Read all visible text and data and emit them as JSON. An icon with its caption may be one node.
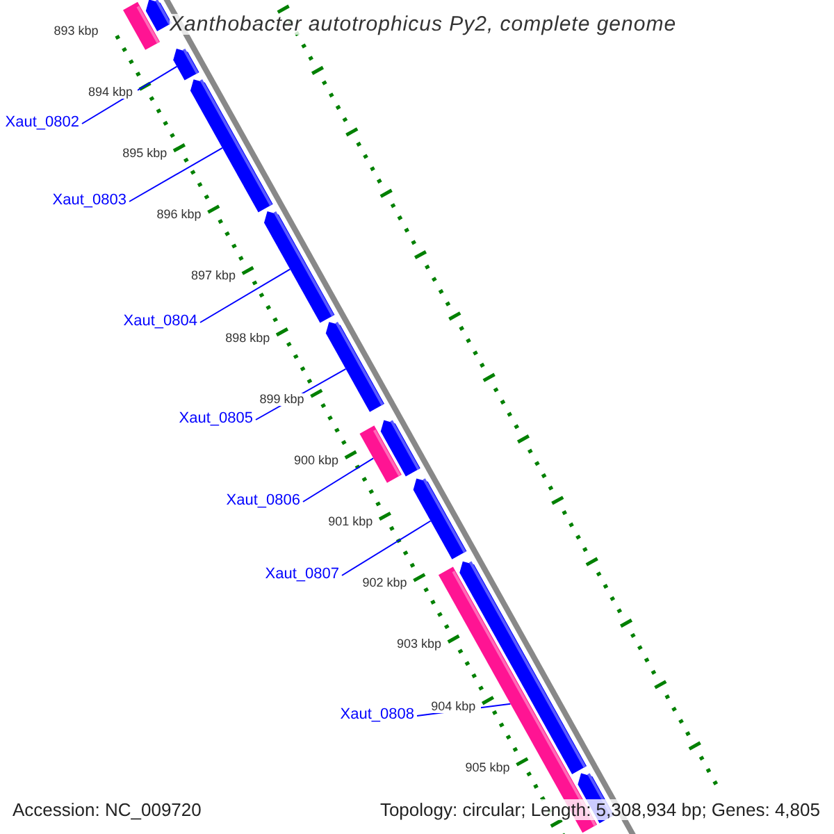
{
  "diagram": {
    "title": "Xanthobacter autotrophicus Py2, complete genome",
    "nodes": [
      {
        "text": [
          "Xaut_0802"
        ]
      },
      {
        "text": [
          "Xaut_0803"
        ]
      },
      {
        "text": [
          "Xaut_0804"
        ]
      },
      {
        "text": [
          "Xaut_0805"
        ]
      },
      {
        "text": [
          "Xaut_0806"
        ]
      },
      {
        "text": [
          "Xaut_0807"
        ]
      },
      {
        "text": [
          "Xaut_0808"
        ]
      },
      {
        "text": [],
        "shape": "bar"
      },
      {
        "text": [],
        "shape": "bar"
      },
      {
        "text": [],
        "shape": "bar"
      },
      {
        "text": [],
        "shape": "bar"
      },
      {
        "text": [],
        "shape": "bar"
      },
      {
        "text": [],
        "shape": "bar"
      },
      {
        "text": [],
        "shape": "bar"
      },
      {
        "text": [],
        "shape": "bar"
      },
      {
        "text": [],
        "shape": "bar"
      },
      {
        "text": [],
        "shape": "bar"
      },
      {
        "text": [],
        "shape": "bar"
      },
      {
        "text": [],
        "shape": "bar"
      }
    ],
    "edges": [
      {
        "from": 0,
        "to": 9,
        "arrow": "none"
      },
      {
        "from": 1,
        "to": 10,
        "arrow": "none"
      },
      {
        "from": 2,
        "to": 11,
        "arrow": "none"
      },
      {
        "from": 3,
        "to": 12,
        "arrow": "none"
      },
      {
        "from": 4,
        "to": 13,
        "arrow": "none"
      },
      {
        "from": 5,
        "to": 15,
        "arrow": "none"
      },
      {
        "from": 6,
        "to": 16,
        "arrow": "none"
      }
    ],
    "labels": [
      "893 kbp",
      "894 kbp",
      "895 kbp",
      "896 kbp",
      "897 kbp",
      "898 kbp",
      "899 kbp",
      "900 kbp",
      "901 kbp",
      "902 kbp",
      "903 kbp",
      "904 kbp",
      "905 kbp",
      "Accession: NC_009720",
      "Topology: circular; Length: 5,308,934 bp; Genes: 4,805"
    ]
  }
}
